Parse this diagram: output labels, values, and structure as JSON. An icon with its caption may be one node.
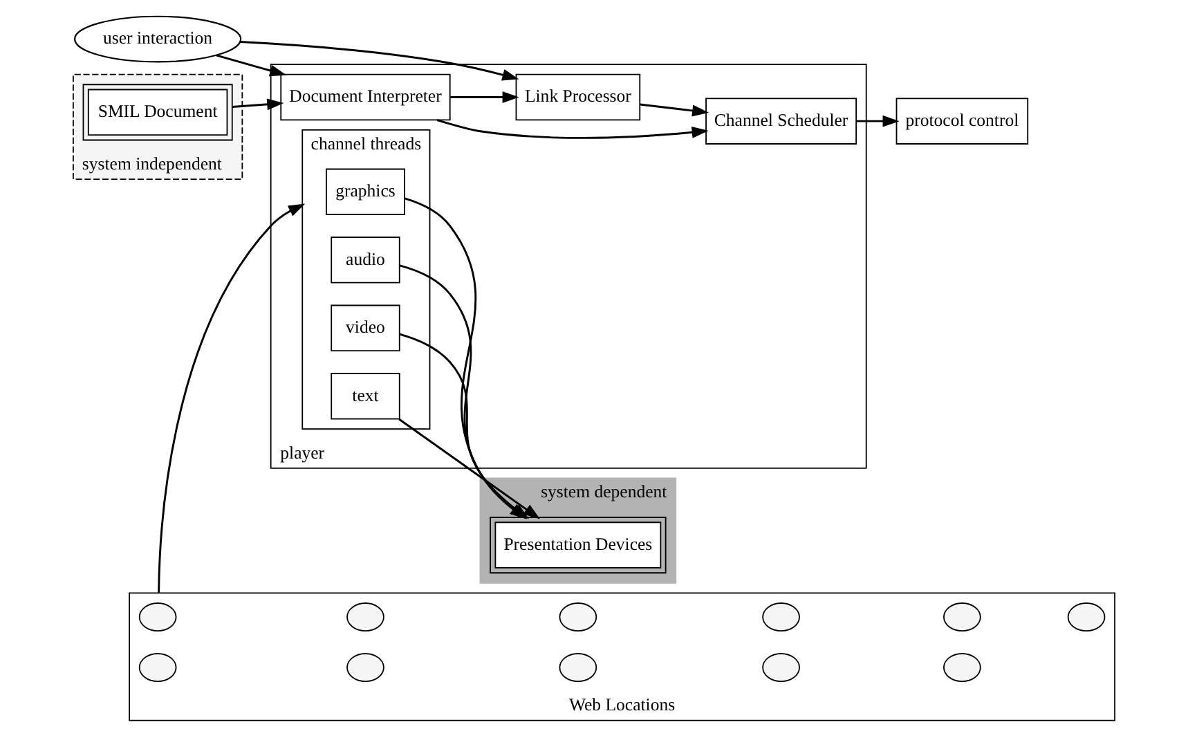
{
  "diagram": {
    "nodes": [
      {
        "text": [
          "user interaction"
        ]
      },
      {
        "text": [
          "system independent"
        ]
      },
      {
        "text": [
          "system dependent"
        ]
      },
      {
        "text": [
          "SMIL Document"
        ],
        "in": 1
      },
      {
        "text": [
          "player"
        ]
      },
      {
        "text": [
          "Document Interpreter"
        ],
        "in": 4
      },
      {
        "text": [
          "Link Processor"
        ],
        "in": 4
      },
      {
        "text": [
          "Channel Scheduler"
        ],
        "in": 4
      },
      {
        "text": [
          "channel threads"
        ],
        "in": 4
      },
      {
        "text": [
          "graphics"
        ],
        "in": 8
      },
      {
        "text": [
          "audio"
        ],
        "in": 8
      },
      {
        "text": [
          "video"
        ],
        "in": 8
      },
      {
        "text": [
          "text"
        ],
        "in": 8
      },
      {
        "text": [
          "Presentation Devices"
        ],
        "in": 2
      },
      {
        "text": [
          "protocol control"
        ]
      },
      {
        "text": [
          "Web Locations"
        ]
      },
      {
        "text": [],
        "shape": "circle",
        "in": 15
      },
      {
        "text": [],
        "shape": "circle",
        "in": 15
      },
      {
        "text": [],
        "shape": "circle",
        "in": 15
      },
      {
        "text": [],
        "shape": "circle",
        "in": 15
      },
      {
        "text": [],
        "shape": "circle",
        "in": 15
      },
      {
        "text": [],
        "shape": "circle",
        "in": 15
      },
      {
        "text": [],
        "shape": "circle",
        "in": 15
      },
      {
        "text": [],
        "shape": "circle",
        "in": 15
      },
      {
        "text": [],
        "shape": "circle",
        "in": 15
      },
      {
        "text": [],
        "shape": "circle",
        "in": 15
      },
      {
        "text": [],
        "shape": "circle",
        "in": 15
      }
    ],
    "edges": [
      {
        "from": 0,
        "to": 5,
        "arrow": "to"
      },
      {
        "from": 0,
        "to": 6,
        "arrow": "to"
      },
      {
        "from": 3,
        "to": 5,
        "arrow": "to"
      },
      {
        "from": 5,
        "to": 6,
        "arrow": "to"
      },
      {
        "from": 5,
        "to": 7,
        "arrow": "to"
      },
      {
        "from": 6,
        "to": 7,
        "arrow": "to"
      },
      {
        "from": 7,
        "to": 14,
        "arrow": "to"
      },
      {
        "from": 15,
        "to": 8,
        "arrow": "to"
      },
      {
        "from": 9,
        "to": 13,
        "arrow": "to"
      },
      {
        "from": 10,
        "to": 13,
        "arrow": "to"
      },
      {
        "from": 11,
        "to": 13,
        "arrow": "to"
      },
      {
        "from": 12,
        "to": 13,
        "arrow": "to"
      }
    ]
  }
}
